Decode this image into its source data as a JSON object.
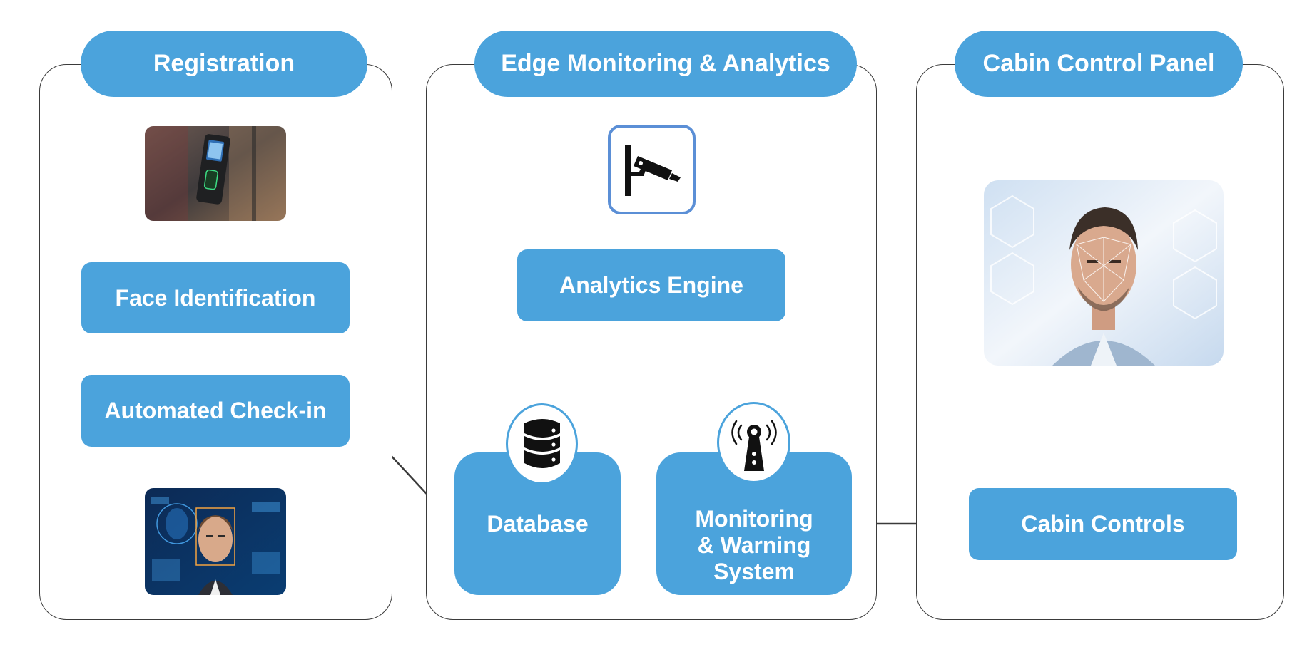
{
  "panels": {
    "registration": {
      "title": "Registration",
      "face_identification": "Face Identification",
      "automated_checkin": "Automated Check-in"
    },
    "edge": {
      "title": "Edge Monitoring & Analytics",
      "analytics_engine": "Analytics Engine",
      "database": "Database",
      "monitoring_line1": "Monitoring",
      "monitoring_line2": "& Warning",
      "monitoring_line3": "System"
    },
    "cabin": {
      "title": "Cabin Control Panel",
      "cabin_controls": "Cabin Controls"
    }
  },
  "icons": {
    "camera": "cctv-camera-icon",
    "database": "database-icon",
    "signal": "signal-tower-icon"
  },
  "colors": {
    "accent": "#4ba3dc",
    "border": "#3a3a3a",
    "camera_frame": "#5b8fd6"
  }
}
